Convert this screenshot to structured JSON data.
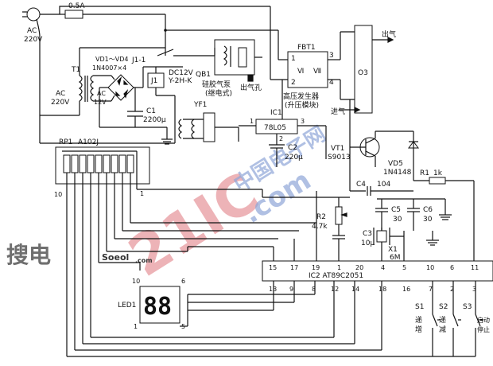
{
  "mains": {
    "plug_label": "AC",
    "voltage": "220V",
    "fuse": "0.5A"
  },
  "relay": {
    "contact": "J1-1",
    "coil": "J1",
    "rating": "DC12V",
    "model": "Y-2H-K"
  },
  "transformer": {
    "ref": "T1",
    "primary_ac": "AC",
    "primary_v": "220V",
    "secondary_ac": "AC",
    "secondary_v": "12V"
  },
  "rectifier": {
    "refs": "VD1～VD4",
    "part": "1N4007×4"
  },
  "cap_c1": {
    "ref": "C1",
    "value": "2200μ"
  },
  "pump": {
    "ref": "QB1",
    "label": "硅胶气泵",
    "note": "(继电式)",
    "outlet": "出气孔"
  },
  "fbt": {
    "ref": "FBT1",
    "pin1": "1",
    "pin2": "2",
    "pin3": "3",
    "pin4": "4",
    "coil_a": "Ⅵ",
    "coil_b": "Ⅶ",
    "title": "高压发生器",
    "subtitle": "(升压模块)"
  },
  "ozone": {
    "ref": "O3",
    "out_label": "出气",
    "in_label": "进气"
  },
  "valve": {
    "ref": "YF1"
  },
  "regulator": {
    "ref": "IC1",
    "part": "78L05",
    "pin1": "1",
    "pin2": "2",
    "pin3": "3"
  },
  "cap_c2": {
    "ref": "C2",
    "value": "220μ"
  },
  "transistor": {
    "ref": "VT1",
    "part": "S9013"
  },
  "diode_vd5": {
    "ref": "VD5",
    "part": "1N4148"
  },
  "resistor_r1": {
    "ref": "R1",
    "value": "1k"
  },
  "resistor_r2": {
    "ref": "R2",
    "value": "4.7k"
  },
  "rpack": {
    "ref": "RP1",
    "part": "A102J",
    "pin10": "10",
    "pin1": "1"
  },
  "cap_c3": {
    "ref": "C3",
    "value": "10μ"
  },
  "cap_c4": {
    "ref": "C4",
    "value": "104"
  },
  "cap_c5": {
    "ref": "C5",
    "value": "30"
  },
  "cap_c6": {
    "ref": "C6",
    "value": "30"
  },
  "crystal": {
    "ref": "X1",
    "freq": "6M"
  },
  "display": {
    "ref": "LED1",
    "digits": "88",
    "pin10": "10",
    "pin6": "6",
    "pin1": "1",
    "pin5": "5"
  },
  "mcu": {
    "name": "IC2 AT89C2051",
    "top_pins": [
      "15",
      "17",
      "19",
      "1",
      "20",
      "4",
      "5",
      "10",
      "6",
      "11"
    ],
    "bottom_pins": [
      "13",
      "9",
      "8",
      "12",
      "14",
      "18",
      "16",
      "7",
      "2",
      "3"
    ]
  },
  "switches": [
    {
      "ref": "S1",
      "label_a": "递",
      "label_b": "增"
    },
    {
      "ref": "S2",
      "label_a": "递",
      "label_b": "减"
    },
    {
      "ref": "S3",
      "label_a": "启动",
      "label_b": "停止"
    }
  ],
  "watermarks": {
    "site_code": "21IC",
    "site_domain": ".com",
    "soso_cn": "搜电",
    "soso_en": "Soeol",
    "soso_domain": ".com",
    "cn_chars": "中国电子网"
  }
}
